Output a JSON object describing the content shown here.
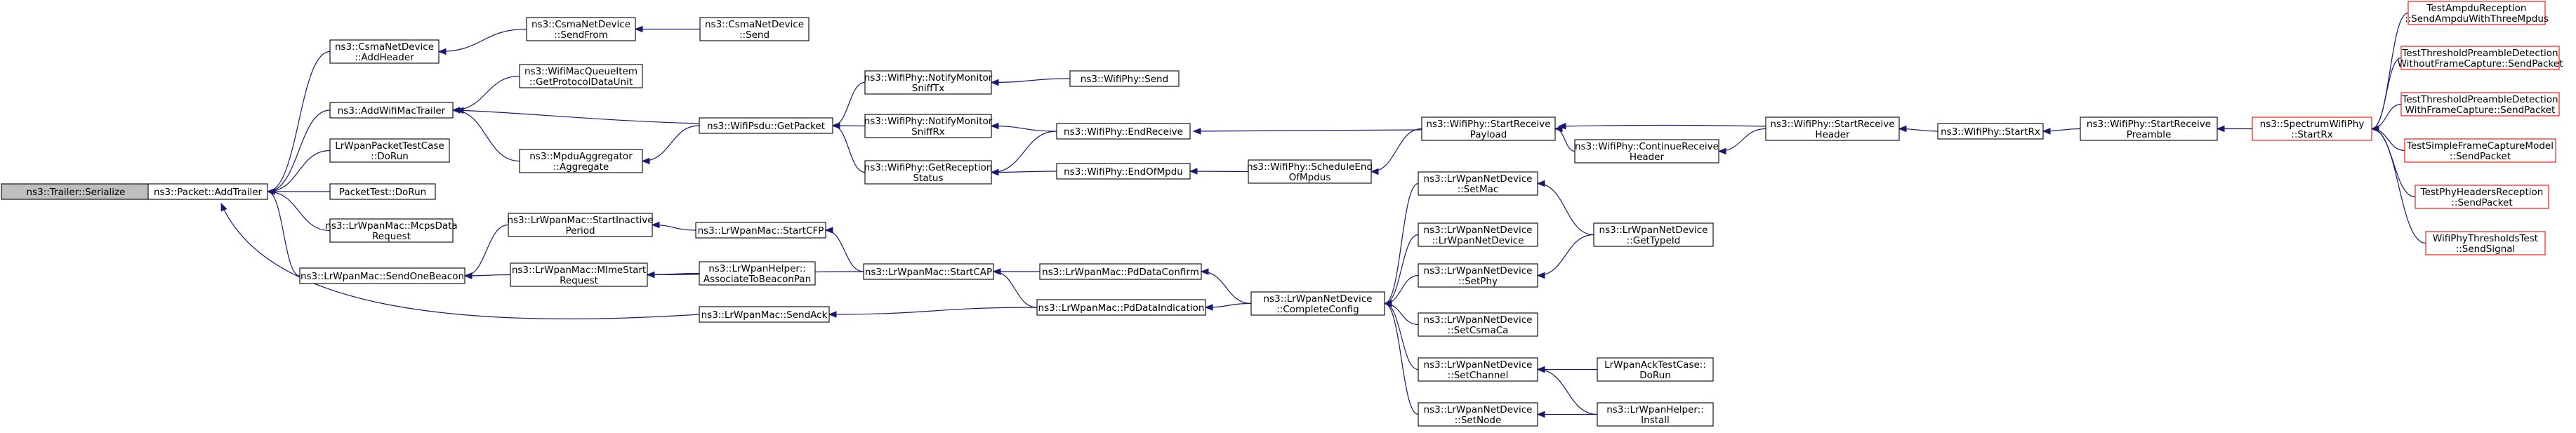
{
  "graph": {
    "nodes": [
      {
        "id": "n0",
        "lines": [
          "ns3::Trailer::Serialize"
        ],
        "style": "root"
      },
      {
        "id": "n1",
        "lines": [
          "ns3::Packet::AddTrailer"
        ],
        "style": "normal"
      },
      {
        "id": "n2",
        "lines": [
          "ns3::CsmaNetDevice",
          "::AddHeader"
        ],
        "style": "normal"
      },
      {
        "id": "n3",
        "lines": [
          "ns3::CsmaNetDevice",
          "::SendFrom"
        ],
        "style": "normal"
      },
      {
        "id": "n4",
        "lines": [
          "ns3::CsmaNetDevice",
          "::Send"
        ],
        "style": "normal"
      },
      {
        "id": "n5",
        "lines": [
          "ns3::AddWifiMacTrailer"
        ],
        "style": "normal"
      },
      {
        "id": "n6",
        "lines": [
          "ns3::WifiMacQueueItem",
          "::GetProtocolDataUnit"
        ],
        "style": "normal"
      },
      {
        "id": "n7",
        "lines": [
          "ns3::MpduAggregator",
          "::Aggregate"
        ],
        "style": "normal"
      },
      {
        "id": "n8",
        "lines": [
          "ns3::WifiPsdu::GetPacket"
        ],
        "style": "normal"
      },
      {
        "id": "n9",
        "lines": [
          "ns3::WifiPhy::NotifyMonitor",
          "SniffTx"
        ],
        "style": "normal"
      },
      {
        "id": "n10",
        "lines": [
          "ns3::WifiPhy::Send"
        ],
        "style": "normal"
      },
      {
        "id": "n11",
        "lines": [
          "ns3::WifiPhy::NotifyMonitor",
          "SniffRx"
        ],
        "style": "normal"
      },
      {
        "id": "n12",
        "lines": [
          "ns3::WifiPhy::EndReceive"
        ],
        "style": "normal"
      },
      {
        "id": "n13",
        "lines": [
          "ns3::WifiPhy::GetReception",
          "Status"
        ],
        "style": "normal"
      },
      {
        "id": "n14",
        "lines": [
          "ns3::WifiPhy::EndOfMpdu"
        ],
        "style": "normal"
      },
      {
        "id": "n15",
        "lines": [
          "ns3::WifiPhy::ScheduleEnd",
          "OfMpdus"
        ],
        "style": "normal"
      },
      {
        "id": "n16",
        "lines": [
          "ns3::WifiPhy::StartReceive",
          "Payload"
        ],
        "style": "normal"
      },
      {
        "id": "n17",
        "lines": [
          "ns3::WifiPhy::ContinueReceive",
          "Header"
        ],
        "style": "normal"
      },
      {
        "id": "n18",
        "lines": [
          "ns3::WifiPhy::StartReceive",
          "Header"
        ],
        "style": "normal"
      },
      {
        "id": "n19",
        "lines": [
          "ns3::WifiPhy::StartRx"
        ],
        "style": "normal"
      },
      {
        "id": "n20",
        "lines": [
          "ns3::WifiPhy::StartReceive",
          "Preamble"
        ],
        "style": "normal"
      },
      {
        "id": "n21",
        "lines": [
          "ns3::SpectrumWifiPhy",
          "::StartRx"
        ],
        "style": "red"
      },
      {
        "id": "n22",
        "lines": [
          "TestAmpduReception",
          "::SendAmpduWithThreeMpdus"
        ],
        "style": "red"
      },
      {
        "id": "n23",
        "lines": [
          "TestThresholdPreambleDetection",
          "WithoutFrameCapture::SendPacket"
        ],
        "style": "red"
      },
      {
        "id": "n24",
        "lines": [
          "TestThresholdPreambleDetection",
          "WithFrameCapture::SendPacket"
        ],
        "style": "red"
      },
      {
        "id": "n25",
        "lines": [
          "TestSimpleFrameCaptureModel",
          "::SendPacket"
        ],
        "style": "red"
      },
      {
        "id": "n26",
        "lines": [
          "TestPhyHeadersReception",
          "::SendPacket"
        ],
        "style": "red"
      },
      {
        "id": "n27",
        "lines": [
          "WifiPhyThresholdsTest",
          "::SendSignal"
        ],
        "style": "red"
      },
      {
        "id": "n28",
        "lines": [
          "LrWpanPacketTestCase",
          "::DoRun"
        ],
        "style": "normal"
      },
      {
        "id": "n29",
        "lines": [
          "PacketTest::DoRun"
        ],
        "style": "normal"
      },
      {
        "id": "n30",
        "lines": [
          "ns3::LrWpanMac::McpsData",
          "Request"
        ],
        "style": "normal"
      },
      {
        "id": "n31",
        "lines": [
          "ns3::LrWpanMac::SendOneBeacon"
        ],
        "style": "normal"
      },
      {
        "id": "n32",
        "lines": [
          "ns3::LrWpanMac::StartInactive",
          "Period"
        ],
        "style": "normal"
      },
      {
        "id": "n33",
        "lines": [
          "ns3::LrWpanMac::StartCFP"
        ],
        "style": "normal"
      },
      {
        "id": "n34",
        "lines": [
          "ns3::LrWpanMac::MlmeStart",
          "Request"
        ],
        "style": "normal"
      },
      {
        "id": "n35",
        "lines": [
          "ns3::LrWpanHelper::",
          "AssociateToBeaconPan"
        ],
        "style": "normal"
      },
      {
        "id": "n36",
        "lines": [
          "ns3::LrWpanMac::StartCAP"
        ],
        "style": "normal"
      },
      {
        "id": "n37",
        "lines": [
          "ns3::LrWpanMac::PdDataConfirm"
        ],
        "style": "normal"
      },
      {
        "id": "n38",
        "lines": [
          "ns3::LrWpanMac::PdDataIndication"
        ],
        "style": "normal"
      },
      {
        "id": "n39",
        "lines": [
          "ns3::LrWpanMac::SendAck"
        ],
        "style": "normal"
      },
      {
        "id": "n40",
        "lines": [
          "ns3::LrWpanNetDevice",
          "::CompleteConfig"
        ],
        "style": "normal"
      },
      {
        "id": "n41",
        "lines": [
          "ns3::LrWpanNetDevice",
          "::SetMac"
        ],
        "style": "normal"
      },
      {
        "id": "n42",
        "lines": [
          "ns3::LrWpanNetDevice",
          "::LrWpanNetDevice"
        ],
        "style": "normal"
      },
      {
        "id": "n43",
        "lines": [
          "ns3::LrWpanNetDevice",
          "::SetPhy"
        ],
        "style": "normal"
      },
      {
        "id": "n44",
        "lines": [
          "ns3::LrWpanNetDevice",
          "::SetCsmaCa"
        ],
        "style": "normal"
      },
      {
        "id": "n45",
        "lines": [
          "ns3::LrWpanNetDevice",
          "::SetChannel"
        ],
        "style": "normal"
      },
      {
        "id": "n46",
        "lines": [
          "ns3::LrWpanNetDevice",
          "::SetNode"
        ],
        "style": "normal"
      },
      {
        "id": "n47",
        "lines": [
          "ns3::LrWpanNetDevice",
          "::GetTypeId"
        ],
        "style": "normal"
      },
      {
        "id": "n48",
        "lines": [
          "LrWpanAckTestCase::",
          "DoRun"
        ],
        "style": "normal"
      },
      {
        "id": "n49",
        "lines": [
          "ns3::LrWpanHelper::",
          "Install"
        ],
        "style": "normal"
      }
    ],
    "edges": [
      [
        "n1",
        "n0"
      ],
      [
        "n2",
        "n1"
      ],
      [
        "n5",
        "n1"
      ],
      [
        "n28",
        "n1"
      ],
      [
        "n29",
        "n1"
      ],
      [
        "n30",
        "n1"
      ],
      [
        "n31",
        "n1"
      ],
      [
        "n39",
        "n1"
      ],
      [
        "n3",
        "n2"
      ],
      [
        "n4",
        "n3"
      ],
      [
        "n6",
        "n5"
      ],
      [
        "n7",
        "n5"
      ],
      [
        "n8",
        "n5"
      ],
      [
        "n8",
        "n7"
      ],
      [
        "n9",
        "n8"
      ],
      [
        "n11",
        "n8"
      ],
      [
        "n13",
        "n8"
      ],
      [
        "n10",
        "n9"
      ],
      [
        "n12",
        "n11"
      ],
      [
        "n12",
        "n13"
      ],
      [
        "n14",
        "n13"
      ],
      [
        "n16",
        "n12"
      ],
      [
        "n15",
        "n14"
      ],
      [
        "n16",
        "n15"
      ],
      [
        "n17",
        "n16"
      ],
      [
        "n18",
        "n16"
      ],
      [
        "n18",
        "n17"
      ],
      [
        "n19",
        "n18"
      ],
      [
        "n20",
        "n19"
      ],
      [
        "n21",
        "n20"
      ],
      [
        "n22",
        "n21"
      ],
      [
        "n23",
        "n21"
      ],
      [
        "n24",
        "n21"
      ],
      [
        "n25",
        "n21"
      ],
      [
        "n26",
        "n21"
      ],
      [
        "n27",
        "n21"
      ],
      [
        "n32",
        "n31"
      ],
      [
        "n34",
        "n31"
      ],
      [
        "n33",
        "n32"
      ],
      [
        "n35",
        "n34"
      ],
      [
        "n36",
        "n33"
      ],
      [
        "n36",
        "n34"
      ],
      [
        "n37",
        "n36"
      ],
      [
        "n38",
        "n36"
      ],
      [
        "n38",
        "n39"
      ],
      [
        "n40",
        "n37"
      ],
      [
        "n40",
        "n38"
      ],
      [
        "n41",
        "n40"
      ],
      [
        "n42",
        "n40"
      ],
      [
        "n43",
        "n40"
      ],
      [
        "n44",
        "n40"
      ],
      [
        "n45",
        "n40"
      ],
      [
        "n46",
        "n40"
      ],
      [
        "n47",
        "n41"
      ],
      [
        "n47",
        "n43"
      ],
      [
        "n48",
        "n45"
      ],
      [
        "n49",
        "n45"
      ],
      [
        "n49",
        "n46"
      ]
    ]
  }
}
